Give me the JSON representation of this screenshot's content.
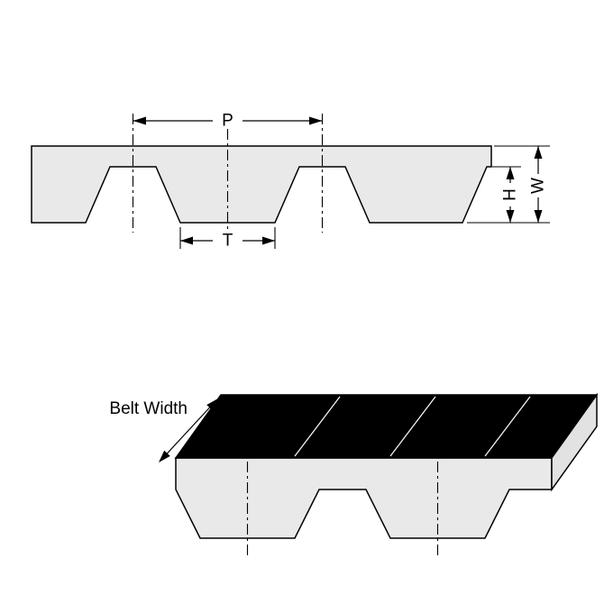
{
  "diagram": {
    "description": "Timing belt tooth profile dimension drawing",
    "labels": {
      "pitch": "P",
      "tooth_width": "T",
      "tooth_height": "H",
      "belt_thickness": "W",
      "belt_width": "Belt Width"
    },
    "colors": {
      "belt_fill": "#e9e9e9",
      "top_face": "#000000",
      "end_face": "#e2e2e2",
      "line": "#000000",
      "background": "#ffffff"
    }
  }
}
